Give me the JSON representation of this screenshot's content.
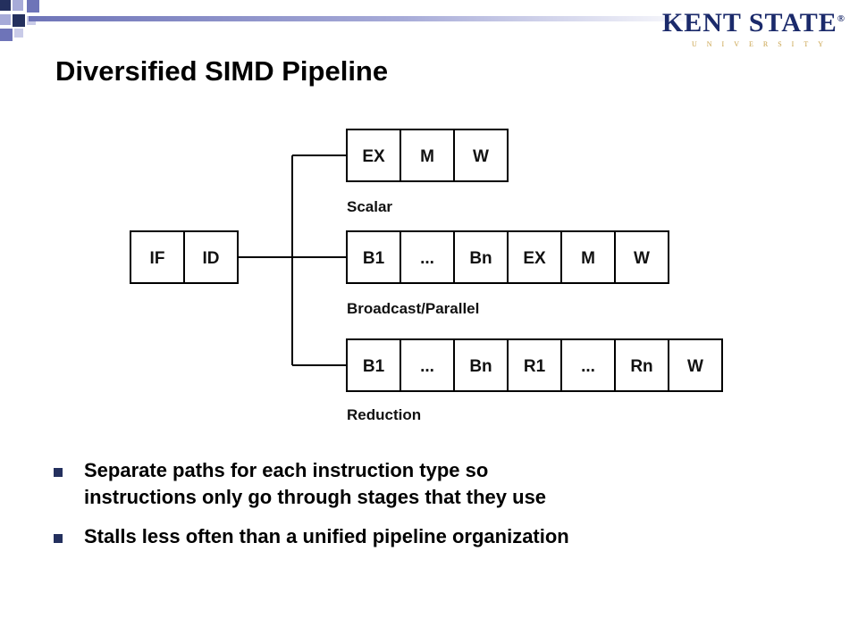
{
  "slide": {
    "title": "Diversified SIMD Pipeline",
    "logo": {
      "main": "KENT STATE",
      "sub": "UNIVERSITY"
    },
    "diagram": {
      "front_stages": [
        "IF",
        "ID"
      ],
      "paths": [
        {
          "label": "Scalar",
          "stages": [
            "EX",
            "M",
            "W"
          ]
        },
        {
          "label": "Broadcast/Parallel",
          "stages": [
            "B1",
            "...",
            "Bn",
            "EX",
            "M",
            "W"
          ]
        },
        {
          "label": "Reduction",
          "stages": [
            "B1",
            "...",
            "Bn",
            "R1",
            "...",
            "Rn",
            "W"
          ]
        }
      ]
    },
    "bullets": [
      {
        "line1": "Separate paths for each instruction type so",
        "line2": "instructions only go through stages that they use"
      },
      {
        "line1": "Stalls less often than a unified pipeline organization",
        "line2": ""
      }
    ],
    "colors": {
      "accent_dark": "#24305e",
      "accent_mid": "#6e74b8",
      "logo_blue": "#1b2a6b",
      "logo_gold": "#c9a24a"
    }
  }
}
